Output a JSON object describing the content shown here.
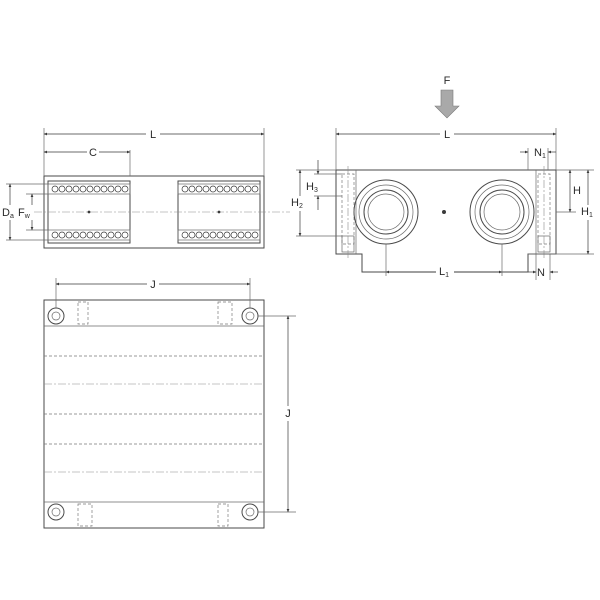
{
  "colors": {
    "housing_fill": "#b8c8e0",
    "body_fill": "#e6e6e6",
    "line": "#4a4a4a",
    "arrow_fill": "#a9a9a9"
  },
  "side_view": {
    "length_label": "L",
    "c_label": "C",
    "d_label": "D",
    "d_sub": "a",
    "f_label": "F",
    "f_sub": "w"
  },
  "end_view": {
    "force_label": "F",
    "length_label": "L",
    "l1_label": "L",
    "l1_sub": "1",
    "n_label": "N",
    "n1_label": "N",
    "n1_sub": "1",
    "h_label": "H",
    "h1_label": "H",
    "h1_sub": "1",
    "h2_label": "H",
    "h2_sub": "2",
    "h3_label": "H",
    "h3_sub": "3"
  },
  "top_view": {
    "j_top_label": "J",
    "j_right_label": "J"
  }
}
